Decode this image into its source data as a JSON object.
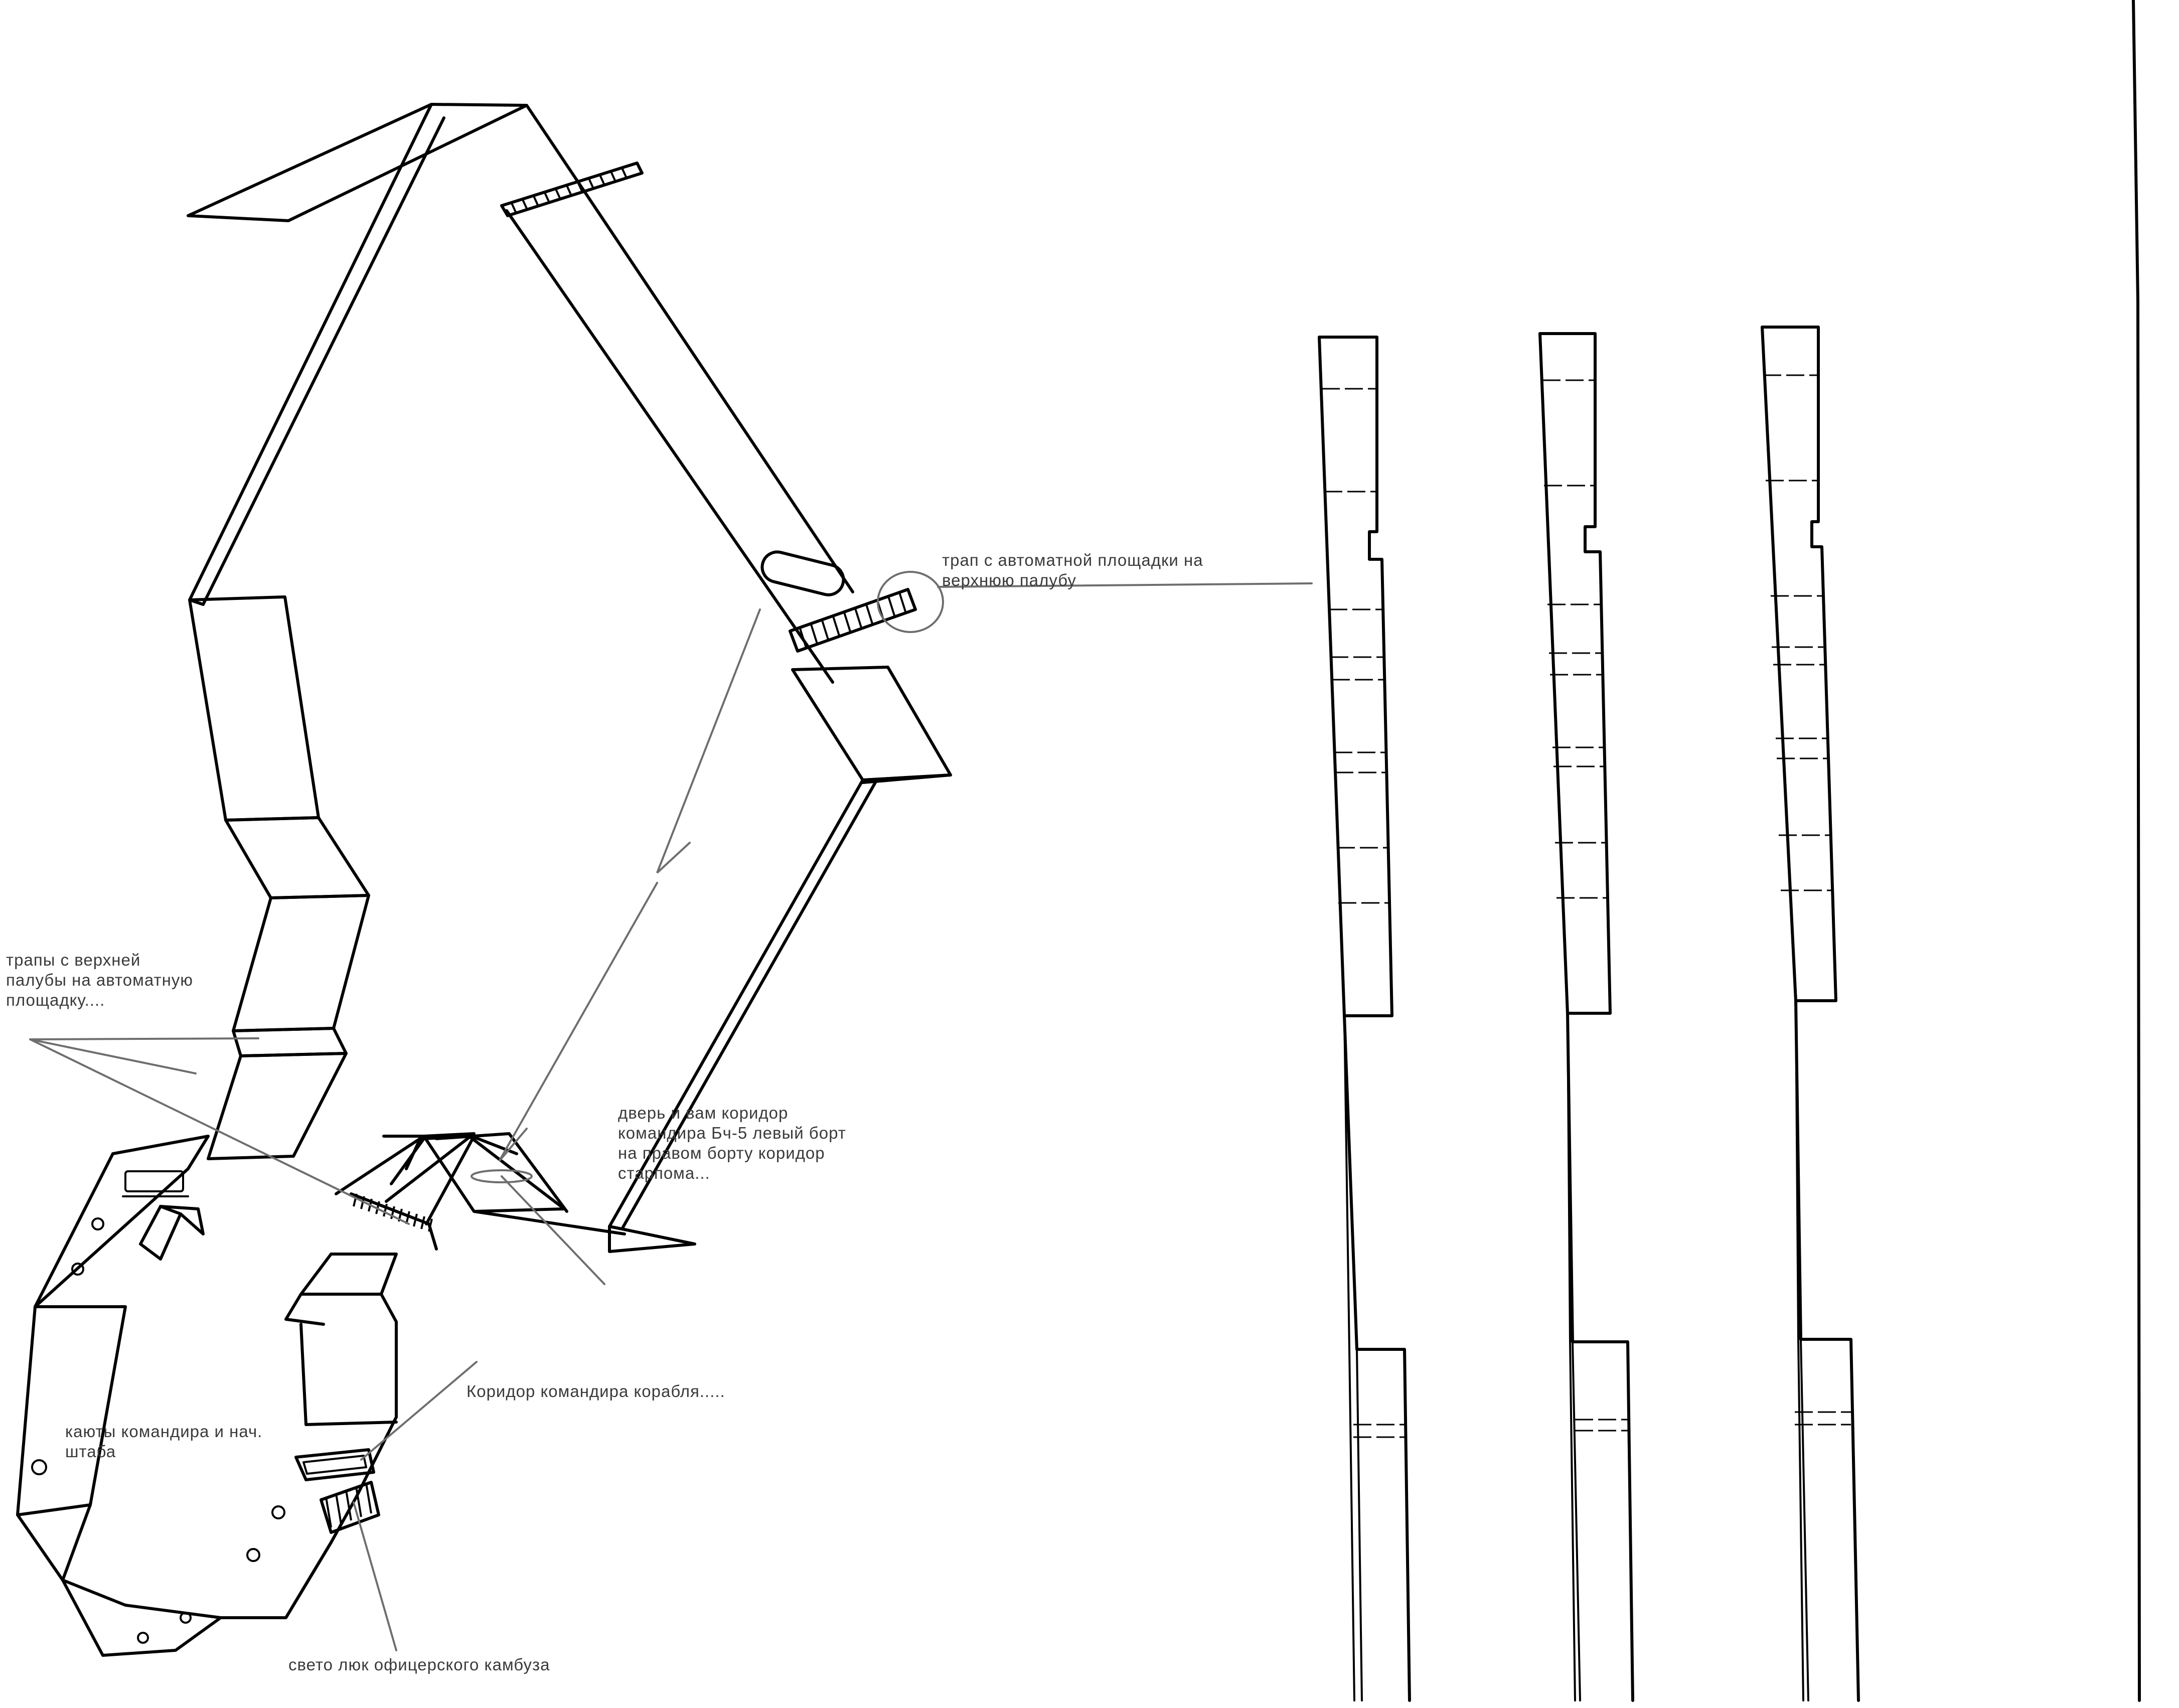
{
  "annotations": {
    "trap_platform": [
      "трап  с автоматной  площадки  на",
      "верхнюю  палубу"
    ],
    "trapy_upper": [
      "трапы  с  верхней",
      "палубы  на  автоматную",
      "площадку...."
    ],
    "door_corridor": [
      "дверь  и  вам  коридор",
      "командира  Бч-5  левый  борт",
      "на  правом  борту  коридор",
      "старпома..."
    ],
    "commander_corridor": "Коридор  командира  корабля.....",
    "cabins": [
      "каюты  командира  и  нач.",
      "штаба"
    ],
    "galley_hatch": "свето  люк  офицерского  камбуза"
  }
}
